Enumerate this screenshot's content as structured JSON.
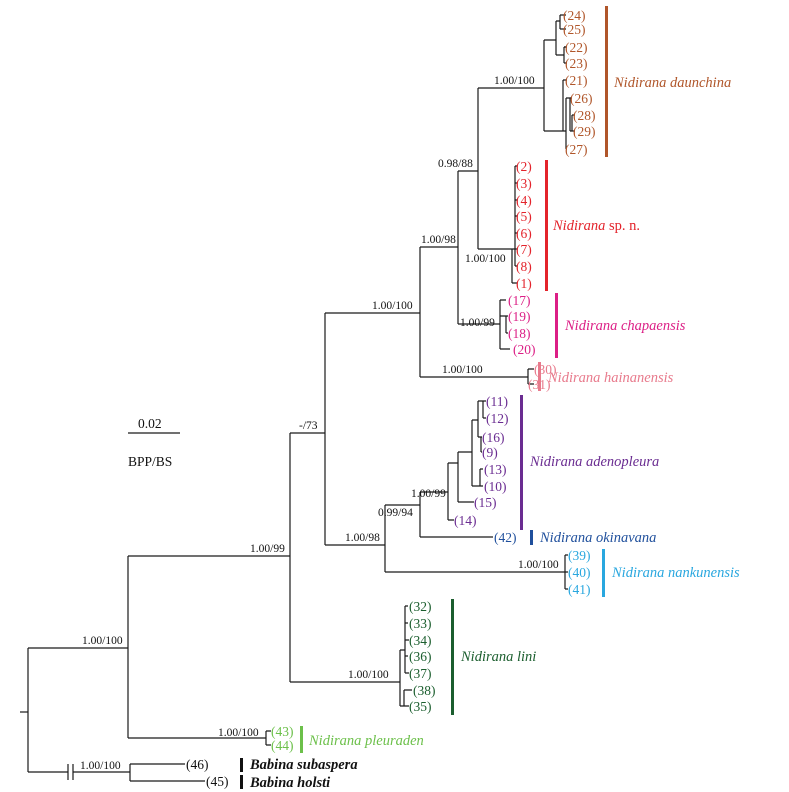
{
  "colors": {
    "daunchina": "#b0562a",
    "sp_n": "#e3232b",
    "chapaensis": "#dc1f86",
    "hainanensis": "#e87a8c",
    "adenopleura": "#6a2c91",
    "okinavana": "#1f4f9c",
    "nankunensis": "#29a7df",
    "lini": "#1b5e2e",
    "pleuraden": "#6cc04a",
    "babina": "#111111"
  },
  "scale": {
    "value": "0.02",
    "label": "BPP/BS"
  },
  "support": {
    "root": "1.00/100",
    "babina": "1.00/100",
    "pleuraden": "1.00/100",
    "ingroup": "1.00/99",
    "main": "-/73",
    "upper": "1.00/100",
    "dsc": "1.00/98",
    "ds": "0.98/88",
    "daunchina": "1.00/100",
    "sp_n": "1.00/100",
    "chapaensis": "1.00/99",
    "hainanensis": "1.00/100",
    "lower": "1.00/98",
    "aden_oki": "0.99/94",
    "adenopleura": "1.00/99",
    "nankunensis": "1.00/100",
    "lini": "1.00/100"
  },
  "clades": {
    "daunchina": {
      "name": "Nidirana daunchina",
      "tips": [
        "(24)",
        "(25)",
        "(22)",
        "(23)",
        "(21)",
        "(26)",
        "(28)",
        "(29)",
        "(27)"
      ]
    },
    "sp_n": {
      "name": "Nidirana",
      "suffix": " sp. n.",
      "tips": [
        "(2)",
        "(3)",
        "(4)",
        "(5)",
        "(6)",
        "(7)",
        "(8)",
        "(1)"
      ]
    },
    "chapaensis": {
      "name": "Nidirana chapaensis",
      "tips": [
        "(17)",
        "(19)",
        "(18)",
        "(20)"
      ]
    },
    "hainanensis": {
      "name": "Nidirana hainanensis",
      "tips": [
        "(30)",
        "(31)"
      ]
    },
    "adenopleura": {
      "name": "Nidirana adenopleura",
      "tips": [
        "(11)",
        "(12)",
        "(16)",
        "(9)",
        "(13)",
        "(10)",
        "(15)",
        "(14)"
      ]
    },
    "okinavana": {
      "name": "Nidirana okinavana",
      "tips": [
        "(42)"
      ]
    },
    "nankunensis": {
      "name": "Nidirana nankunensis",
      "tips": [
        "(39)",
        "(40)",
        "(41)"
      ]
    },
    "lini": {
      "name": "Nidirana lini",
      "tips": [
        "(32)",
        "(33)",
        "(34)",
        "(36)",
        "(37)",
        "(38)",
        "(35)"
      ]
    },
    "pleuraden": {
      "name": "Nidirana pleuraden",
      "tips": [
        "(43)",
        "(44)"
      ]
    },
    "babina_subaspera": {
      "name": "Babina subaspera",
      "tips": [
        "(46)"
      ]
    },
    "babina_holsti": {
      "name": "Babina holsti",
      "tips": [
        "(45)"
      ]
    }
  }
}
